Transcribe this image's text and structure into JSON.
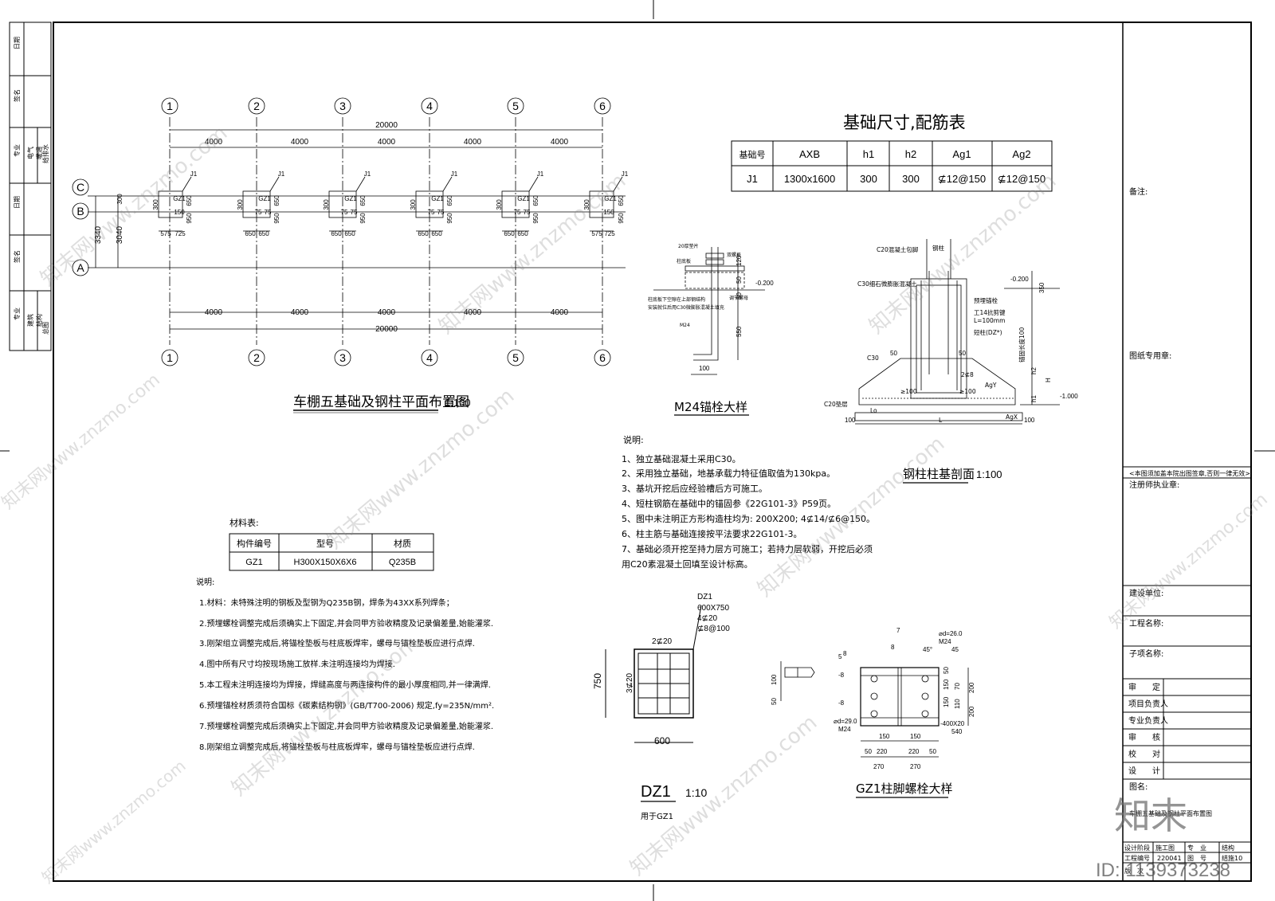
{
  "plan": {
    "axes_top": [
      "1",
      "2",
      "3",
      "4",
      "5",
      "6"
    ],
    "axes_bottom": [
      "1",
      "2",
      "3",
      "4",
      "5",
      "6"
    ],
    "rows": [
      "C",
      "B",
      "A"
    ],
    "total_top": "20000",
    "total_bottom": "20000",
    "spans": [
      "4000",
      "4000",
      "4000",
      "4000",
      "4000"
    ],
    "spans_bottom": [
      "4000",
      "4000",
      "4000",
      "4000",
      "4000"
    ],
    "dim_left_total": "3340",
    "dim_left_sub": "3040",
    "dim_left_small": "300",
    "col_tag": "GZ1",
    "footing_tag": "J1",
    "col_dims": {
      "d650": "650",
      "d950": "950",
      "d150": "150",
      "d300": "300",
      "d75": "75"
    },
    "bottom_dims": [
      [
        "575",
        "725"
      ],
      [
        "650",
        "650"
      ],
      [
        "650",
        "650"
      ],
      [
        "650",
        "650"
      ],
      [
        "650",
        "650"
      ],
      [
        "575",
        "725"
      ]
    ],
    "title": "车棚五基础及钢柱平面布置图",
    "scale": "1:100"
  },
  "table": {
    "title": "基础尺寸,配筋表",
    "headers": [
      "基础号",
      "AXB",
      "h1",
      "h2",
      "Ag1",
      "Ag2"
    ],
    "row": [
      "J1",
      "1300x1600",
      "300",
      "300",
      "⊈12@150",
      "⊈12@150"
    ]
  },
  "anchor": {
    "title": "M24锚栓大样",
    "labels": [
      "20厚垫片",
      "柱底板",
      "双螺母",
      "柱底板下空隙在上部钢结构",
      "安装就位后用C30微膨胀混凝土填充",
      "调节螺母",
      "M24"
    ],
    "dims": [
      "120",
      "50",
      "50",
      "550",
      "100",
      "-0.200"
    ]
  },
  "section": {
    "title": "钢柱柱基剖面",
    "scale": "1:100",
    "labels": [
      "C20混凝土包脚",
      "钢柱",
      "C30细石微膨胀混凝土",
      "预埋锚栓",
      "工14抗剪键",
      "L=100mm",
      "短柱(DZ*)",
      "C30",
      "C20垫层",
      "2⊈8",
      "AgY",
      "AgX",
      "≥100",
      "≥100",
      "锚固长度100",
      "L",
      "Lo"
    ],
    "dims": [
      "-0.200",
      "350",
      "h2",
      "h1",
      "H",
      "-1.000",
      "100",
      "100",
      "50",
      "50"
    ]
  },
  "materials": {
    "title": "材料表:",
    "headers": [
      "构件编号",
      "型号",
      "材质"
    ],
    "row": [
      "GZ1",
      "H300X150X6X6",
      "Q235B"
    ]
  },
  "notes1": {
    "title": "说明:",
    "items": [
      "1、独立基础混凝土采用C30。",
      "2、采用独立基础，地基承载力特征值取值为130kpa。",
      "3、基坑开挖后应经验槽后方可施工。",
      "4、短柱钢筋在基础中的锚固参《22G101-3》P59页。",
      "5、图中未注明正方形构造柱均为: 200X200; 4⊈14/⊈6@150。",
      "6、柱主筋与基础连接按平法要求22G101-3。",
      "7、基础必须开挖至持力层方可施工；若持力层软弱，开挖后必须",
      "用C20素混凝土回填至设计标高。"
    ]
  },
  "notes2": {
    "title": "说明:",
    "items": [
      "1.材料：未特殊注明的钢板及型钢为Q235B钢，焊条为43XX系列焊条；",
      "2.预埋螺栓调整完成后须确实上下固定,并会同甲方验收精度及记录偏差量,始能灌浆.",
      "3.刚架组立调整完成后,将锚栓垫板与柱底板焊牢，螺母与锚栓垫板应进行点焊.",
      "4.图中所有尺寸均按现场施工放样.未注明连接均为焊接.",
      "5.本工程未注明连接均为焊接，焊缝高度与两连接构件的最小厚度相同,并一律满焊.",
      "6.预埋锚栓材质须符合国标《碳素结构钢》(GB/T700-2006) 规定,fy=235N/mm².",
      "7.预埋螺栓调整完成后须确实上下固定,并会同甲方验收精度及记录偏差量,始能灌浆.",
      "8.刚架组立调整完成后,将锚栓垫板与柱底板焊牢，螺母与锚栓垫板应进行点焊."
    ]
  },
  "dz1": {
    "labels": [
      "DZ1",
      "600X750",
      "4⊈20",
      "⊈8@100"
    ],
    "top_bar": "2⊈20",
    "side_bar": "3⊈20",
    "dim_h": "750",
    "dim_w": "600",
    "title": "DZ1",
    "scale": "1:10",
    "note": "用于GZ1"
  },
  "gz1": {
    "title": "GZ1柱脚螺栓大样",
    "labels": [
      "7",
      "8",
      "8",
      "45°",
      "⌀d=26.0",
      "M24",
      "45",
      "⌀d=29.0",
      "M24",
      "-400X20",
      "540",
      "5",
      "-8",
      "-8"
    ],
    "dims_v": [
      "50",
      "150",
      "150",
      "200",
      "200",
      "70",
      "110"
    ],
    "dims_h": [
      "150",
      "150",
      "50",
      "220",
      "220",
      "50",
      "270",
      "270"
    ],
    "small": [
      "100",
      "50"
    ]
  },
  "titleblock": {
    "remarks": "备注:",
    "stamp": "图纸专用章:",
    "notice": "<本图须加盖本院出图签章,否则一律无效>",
    "engineer": "注册师执业章:",
    "client": "建设单位:",
    "project": "工程名称:",
    "subproject": "子项名称:",
    "roles": [
      "审　　定",
      "项目负责人",
      "专业负责人",
      "审　　核",
      "校　　对",
      "设　　计"
    ],
    "drawing_name_label": "图名:",
    "drawing_name": "车棚五基础及钢柱平面布置图",
    "stage_label": "设计阶段",
    "stage": "施工图",
    "discipline_label": "专　业",
    "discipline": "结构",
    "project_no_label": "工程编号",
    "project_no": "220041",
    "sheet_no_label": "图　号",
    "sheet_no": "结施10",
    "version_label": "版　次"
  },
  "leftstrip": {
    "cols": [
      "日期",
      "签名",
      "专业",
      "日期",
      "签名",
      "专业"
    ],
    "disciplines_top": [
      "电气",
      "暖通",
      "给排水"
    ],
    "disciplines_bottom": [
      "建筑",
      "结构",
      "总图"
    ],
    "small_labels": [
      "专",
      "业",
      "专",
      "业"
    ]
  },
  "watermark": {
    "text": "知末网www.znzmo.com",
    "logo": "知末",
    "id": "ID: 1139373238"
  }
}
